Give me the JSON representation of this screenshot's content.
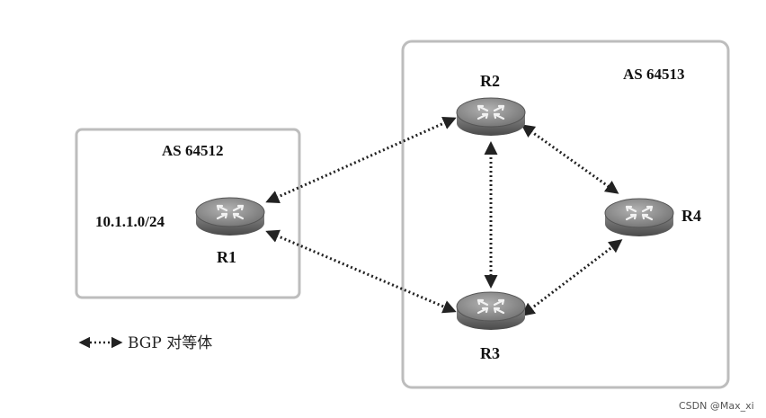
{
  "as_boxes": {
    "left": {
      "label": "AS 64512"
    },
    "right": {
      "label": "AS 64513"
    }
  },
  "routers": {
    "r1": {
      "label": "R1"
    },
    "r2": {
      "label": "R2"
    },
    "r3": {
      "label": "R3"
    },
    "r4": {
      "label": "R4"
    }
  },
  "prefix": {
    "text": "10.1.1.0/24"
  },
  "legend": {
    "text": "BGP 对等体"
  },
  "watermark": {
    "text": "CSDN @Max_xi"
  },
  "colors": {
    "box_border": "#bdbdbd",
    "router_body": "#7d7d7d",
    "router_top": "#9a9a9a",
    "link": "#222222"
  },
  "icons": {
    "router": "router-icon",
    "legend_arrow": "double-arrow-dotted-icon"
  }
}
